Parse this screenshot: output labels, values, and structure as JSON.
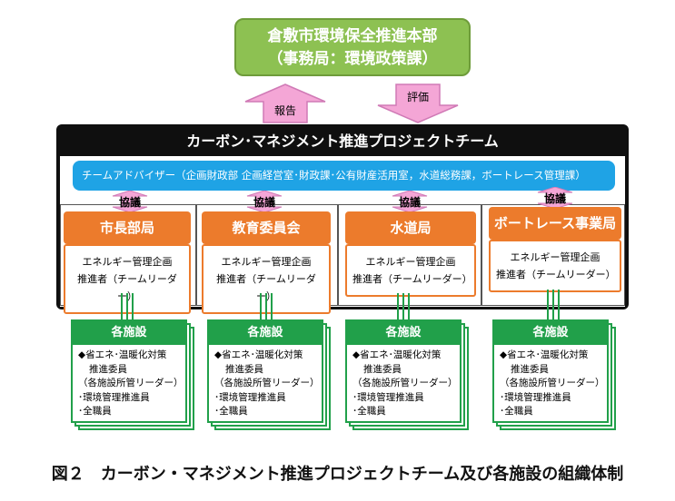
{
  "headquarters": {
    "name": "倉敷市環境保全推進本部",
    "secretariat": "（事務局：環境政策課）"
  },
  "arrows": {
    "report": "報告",
    "evaluation": "評価"
  },
  "team": {
    "title": "カーボン･マネジメント推進プロジェクトチーム",
    "advisors": "チームアドバイザー（企画財政部 企画経営室･財政課･公有財産活用室，水道総務課，ボートレース管理課）"
  },
  "consult_label": "協議",
  "departments": [
    {
      "name": "市長部局",
      "line1": "エネルギー管理企画",
      "line2": "推進者（チームリーダー）"
    },
    {
      "name": "教育委員会",
      "line1": "エネルギー管理企画",
      "line2": "推進者（チームリーダー）"
    },
    {
      "name": "水道局",
      "line1": "エネルギー管理企画",
      "line2": "推進者（チームリーダー）"
    },
    {
      "name": "ボートレース事業局",
      "line1": "エネルギー管理企画",
      "line2": "推進者（チームリーダー）"
    }
  ],
  "facilities": {
    "title": "各施設",
    "line1": "◆省エネ･温暖化対策",
    "line2": "推進委員",
    "line3": "（各施設所管リーダー）",
    "line4": "･環境管理推進員",
    "line5": "･全職員"
  },
  "caption": "図２　カーボン・マネジメント推進プロジェクトチーム及び各施設の組織体制",
  "colors": {
    "hq_green": "#8dc152",
    "team_black": "#0f0f0f",
    "advisor_blue": "#1fa3e5",
    "dept_orange": "#ec7b2c",
    "facility_green": "#21a04a",
    "arrow_pink": "#f4a6d6"
  }
}
